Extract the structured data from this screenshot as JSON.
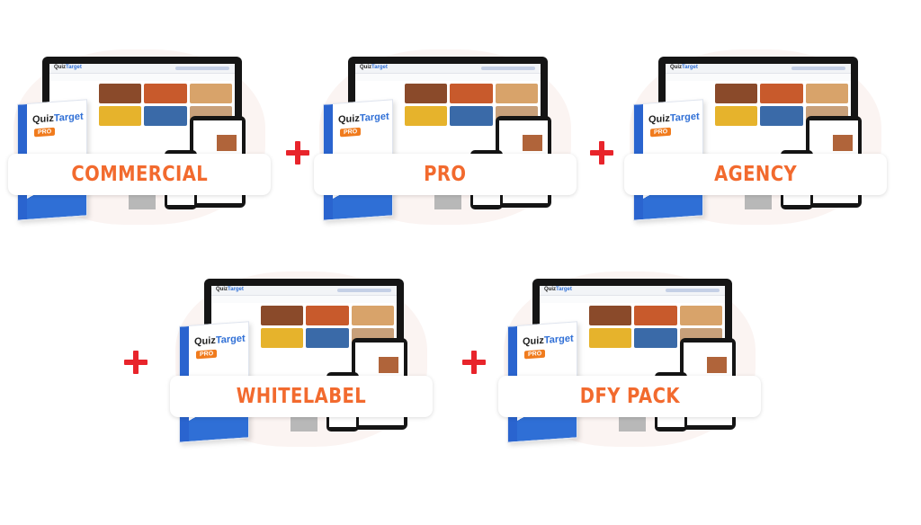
{
  "bundles": [
    {
      "label": "COMMERCIAL"
    },
    {
      "label": "PRO"
    },
    {
      "label": "AGENCY"
    },
    {
      "label": "WHITELABEL"
    },
    {
      "label": "DFY PACK"
    }
  ],
  "product": {
    "brand_first": "Quiz",
    "brand_second": "Target",
    "badge": "PRO"
  },
  "colors": {
    "label_text": "#f26a2e",
    "plus_sign": "#e8242b",
    "brand_blue": "#2f6fd6"
  }
}
